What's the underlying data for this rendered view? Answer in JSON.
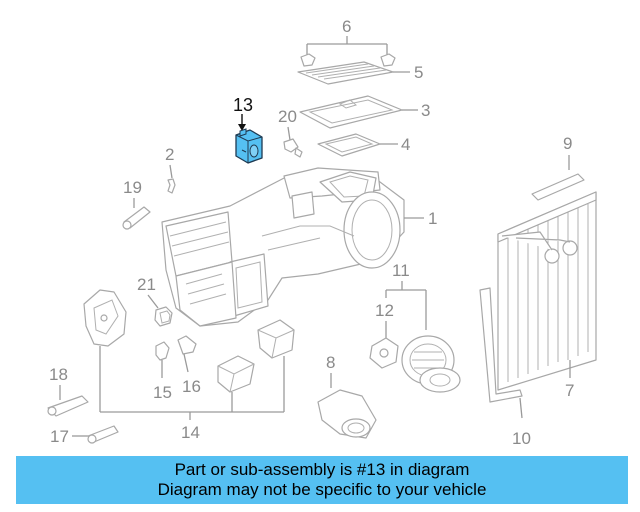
{
  "callouts": {
    "n1": "1",
    "n2": "2",
    "n3": "3",
    "n4": "4",
    "n5": "5",
    "n6": "6",
    "n7": "7",
    "n8": "8",
    "n9": "9",
    "n10": "10",
    "n11": "11",
    "n12": "12",
    "n13": "13",
    "n14": "14",
    "n15": "15",
    "n16": "16",
    "n17": "17",
    "n18": "18",
    "n19": "19",
    "n20": "20",
    "n21": "21"
  },
  "highlight": {
    "part_number": "13",
    "color": "#55c0f2"
  },
  "banner": {
    "line1": "Part or sub-assembly is #13 in diagram",
    "line2": "Diagram may not be specific to your vehicle",
    "background": "#55c0f2"
  }
}
